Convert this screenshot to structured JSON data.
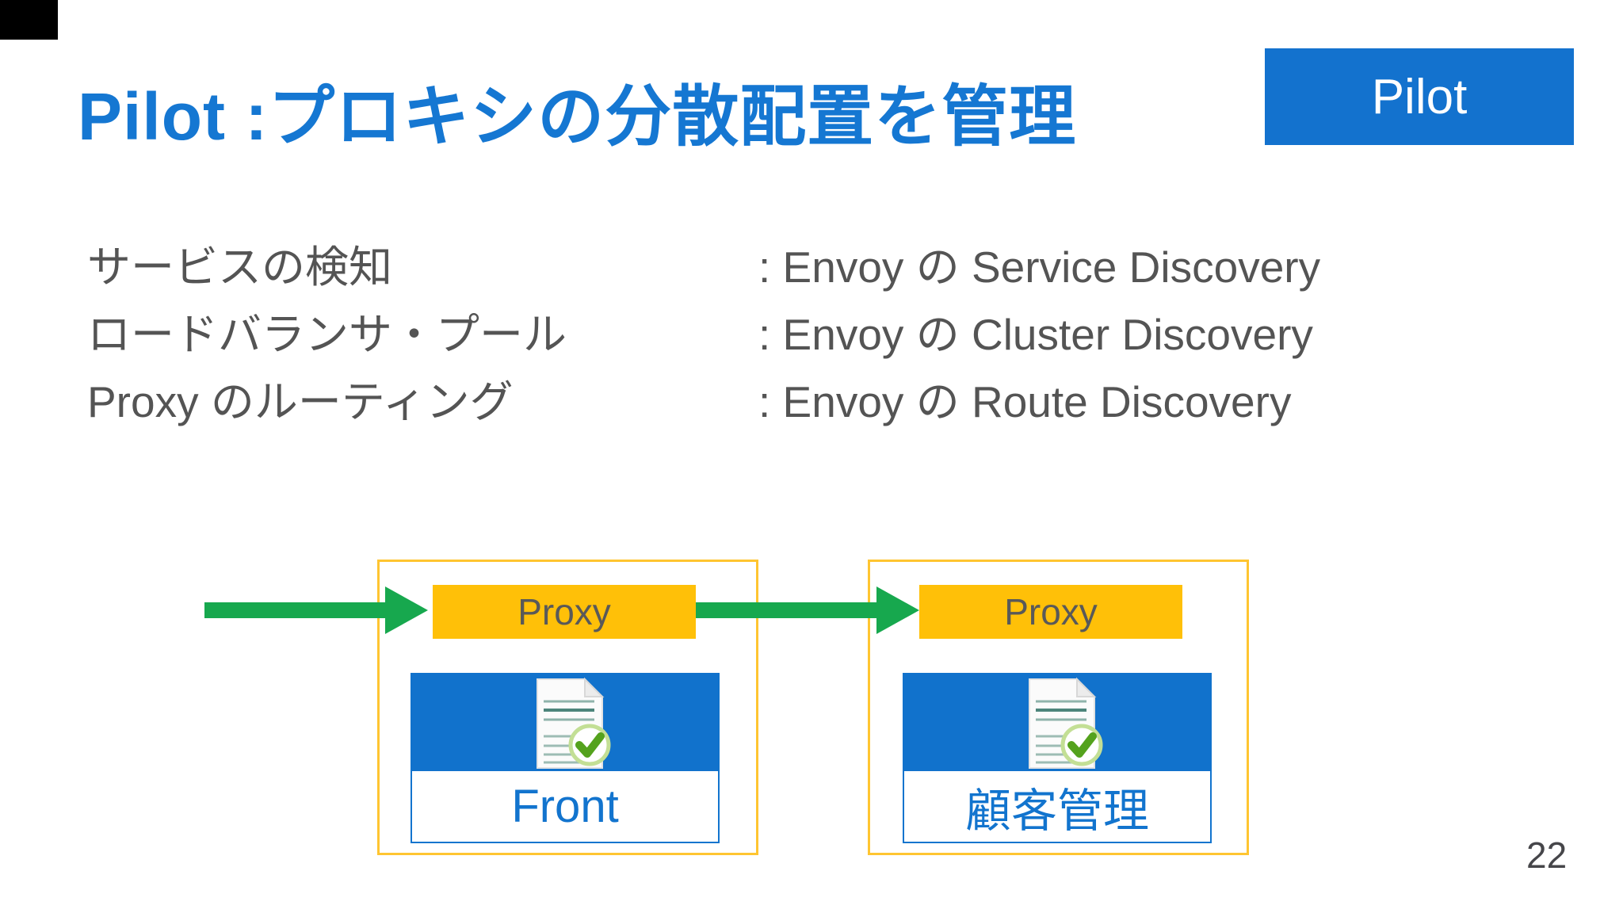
{
  "slide": {
    "title": "Pilot :プロキシの分散配置を管理",
    "badge_label": "Pilot",
    "page_number": "22"
  },
  "mappings": [
    {
      "term": "サービスの検知",
      "definition": ": Envoy の Service Discovery"
    },
    {
      "term": "ロードバランサ・プール",
      "definition": ": Envoy の Cluster Discovery"
    },
    {
      "term": "Proxy のルーティング",
      "definition": ": Envoy の Route Discovery"
    }
  ],
  "diagram": {
    "front_service": {
      "proxy_label": "Proxy",
      "app_label": "Front"
    },
    "customer_service": {
      "proxy_label": "Proxy",
      "app_label": "顧客管理"
    },
    "arrow_icon": "green-right-arrow",
    "app_icon": "document-check"
  },
  "colors": {
    "title_blue": "#1577d2",
    "badge_blue": "#1372ce",
    "proxy_gold": "#ffc008",
    "box_border_yellow": "#ffc531",
    "arrow_green": "#17a84e",
    "app_blue": "#1172cc",
    "label_blue": "#1274ce",
    "body_gray": "#545454"
  }
}
